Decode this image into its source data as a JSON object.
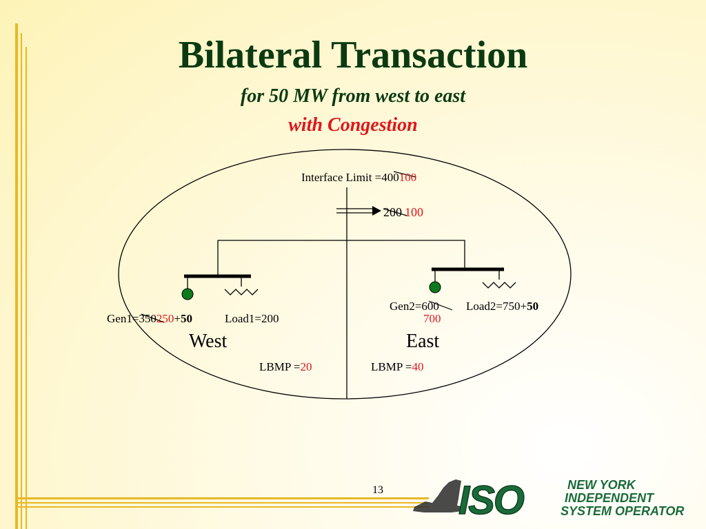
{
  "slide": {
    "title": "Bilateral Transaction",
    "subtitle": "for 50 MW from west to east",
    "subtitle_congestion": "with Congestion",
    "page_number": "13"
  },
  "diagram": {
    "interface_limit_label": "Interface Limit =",
    "interface_limit_old": "400",
    "interface_limit_new": "100",
    "flow_old": "200",
    "flow_new": "100",
    "gen1_label": "Gen1=",
    "gen1_old": "350",
    "gen1_new": "250",
    "gen1_plus": "+",
    "gen1_add": "50",
    "load1_label": "Load1=200",
    "gen2_label": "Gen2=",
    "gen2_old": "600",
    "gen2_new": "700",
    "load2_label": "Load2=750+",
    "load2_add": "50",
    "west_label": "West",
    "east_label": "East",
    "lbmp_west_label": "LBMP =",
    "lbmp_west_value": "20",
    "lbmp_east_label": "LBMP =",
    "lbmp_east_value": "40"
  },
  "logo": {
    "iso_text": "ISO",
    "line1": "NEW YORK",
    "line2": "INDEPENDENT",
    "line3": "SYSTEM OPERATOR"
  },
  "colors": {
    "title": "#0b3a12",
    "highlight": "#e0161b",
    "generator": "#0e7a1e",
    "frame": "#e8b824",
    "logo_green": "#1a6b3a"
  }
}
